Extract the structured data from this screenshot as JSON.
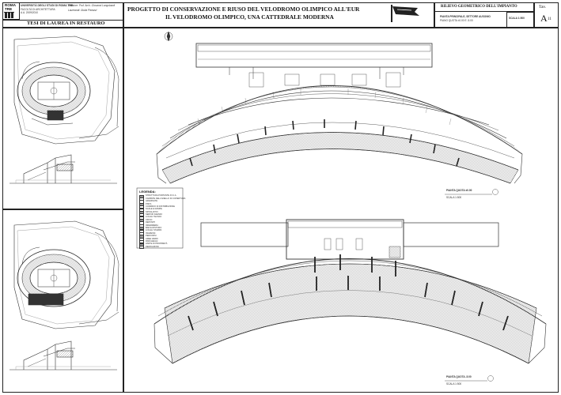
{
  "thesis": {
    "univ_line1": "UNIVERSITÀ DEGLI STUDI DI ROMA TRE",
    "univ_line2": "FACOLTÀ DI ARCHITETTURA",
    "univ_line3": "A.A. 2009/2010",
    "relatore": "Relatore: Prof. Arch. Giovanni Longobardi",
    "laureandi": "Laureandi: Giulia Pierazzi",
    "header": "TESI DI LAUREA IN RESTAURO"
  },
  "logo": {
    "word1": "ROMA",
    "word2": "TRE"
  },
  "title": {
    "line1": "PROGETTO DI CONSERVAZIONE E RIUSO DEL VELODROMO OLIMPICO ALL'EUR",
    "line2": "IL VELODROMO OLIMPICO, UNA CATTEDRALE MODERNA"
  },
  "board": {
    "heading": "RILIEVO GEOMETRICO DELL'IMPIANTO",
    "sub1": "PIANTA PRINCIPALE, SETTORE AUSONIO",
    "sub2": "PIANO QUOTA ±0.00 E -5.00",
    "scale": "SCALA 1:500",
    "tav_label": "Tav.",
    "tav_code": "A",
    "tav_num": "11"
  },
  "drawings": {
    "upper_label": "PIANTA QUOTA ±0.00",
    "upper_scale": "SCALA 1:500",
    "lower_label": "PIANTA QUOTA -5.00",
    "lower_scale": "SCALA 1:500"
  },
  "legend": {
    "title": "LEGENDA:",
    "items": [
      "STRUTTURA PORTANTE IN C.A.",
      "CAMPATE DELL'ANELLO DI COPERTURA",
      "GRADINATE",
      "PISTA",
      "CORRIDOI DI DISTRIBUZIONE",
      "SCALE E RAMPE",
      "SPOGLIATOI",
      "SERVIZI IGIENICI",
      "LOCALI TECNICI",
      "UFFICI",
      "DEPOSITI",
      "INFERMERIA",
      "BAR E RISTORO",
      "LOCALI STAMPA",
      "INGRESSI",
      "PERCORSI",
      "AREE VERDI",
      "PARCHEGGI",
      "LIMITE DI PROPRIETÀ",
      "DEMOLIZIONI"
    ]
  }
}
